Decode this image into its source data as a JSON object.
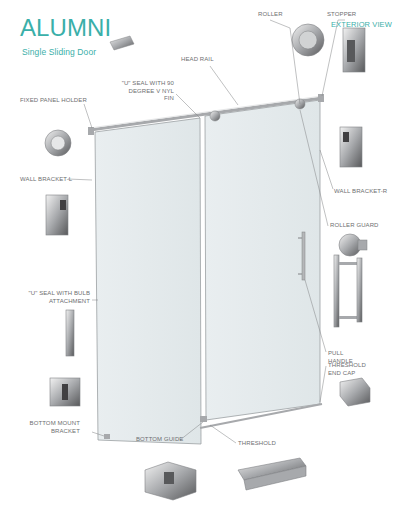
{
  "diagram": {
    "title": "ALUMNI",
    "labels": [
      "Single Sliding Door",
      "EXTERIOR VIEW",
      "ROLLER",
      "STOPPER",
      "HEAD RAIL",
      "\"U\" SEAL WITH 90 DEGREE V NYL FIN",
      "FIXED PANEL HOLDER",
      "WALL BRACKET-L",
      "WALL BRACKET-R",
      "ROLLER GUARD",
      "\"U\" SEAL WITH BULB ATTACHMENT",
      "PULL HANDLE",
      "THRESHOLD END CAP",
      "BOTTOM MOUNT BRACKET",
      "BOTTOM GUIDE",
      "THRESHOLD"
    ]
  }
}
